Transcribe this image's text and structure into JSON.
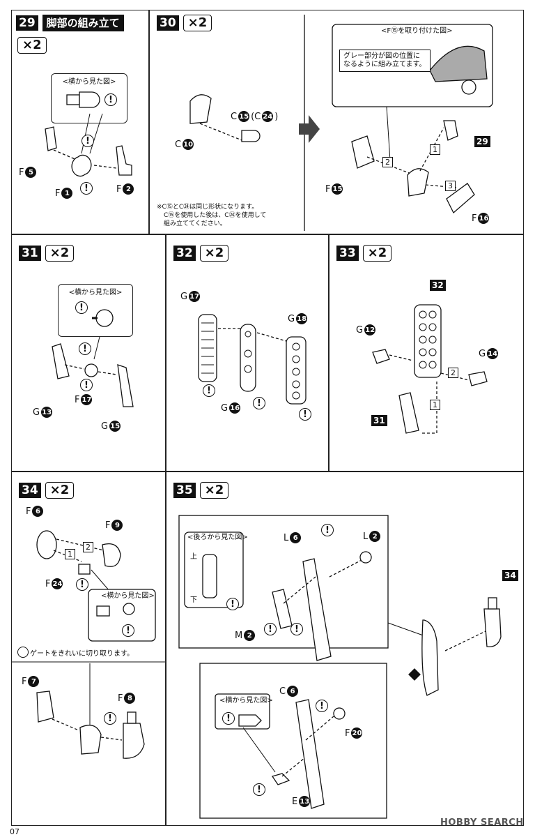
{
  "steps": {
    "s29": {
      "num": "29",
      "title": "脚部の組み立て",
      "mult": "×2",
      "callout": "<横から見た図>",
      "labels": {
        "f5": "F",
        "f5n": "5",
        "f1": "F",
        "f1n": "1",
        "f2": "F",
        "f2n": "2"
      }
    },
    "s30": {
      "num": "30",
      "mult": "×2",
      "callout": "<F⑮を取り付けた図>",
      "callout_text_1": "グレー部分が図の位置に",
      "callout_text_2": "なるように組み立てます。",
      "labels": {
        "c10": "C",
        "c10n": "10",
        "c15": "C",
        "c15n": "15",
        "c24": "(C",
        "c24n": "24",
        "c24close": ")",
        "f15": "F",
        "f15n": "15",
        "f16": "F",
        "f16n": "16",
        "tag29": "29"
      },
      "seq": [
        "1",
        "2",
        "3"
      ],
      "note_1": "※C⑮とC㉔は同じ形状になります。",
      "note_2": "C⑮を使用した後は、C㉔を使用して",
      "note_3": "組み立ててください。"
    },
    "s31": {
      "num": "31",
      "mult": "×2",
      "callout": "<横から見た図>",
      "labels": {
        "g13": "G",
        "g13n": "13",
        "f17": "F",
        "f17n": "17",
        "g15": "G",
        "g15n": "15"
      }
    },
    "s32": {
      "num": "32",
      "mult": "×2",
      "labels": {
        "g17": "G",
        "g17n": "17",
        "g16": "G",
        "g16n": "16",
        "g18": "G",
        "g18n": "18"
      }
    },
    "s33": {
      "num": "33",
      "mult": "×2",
      "labels": {
        "tag32": "32",
        "g12": "G",
        "g12n": "12",
        "g14": "G",
        "g14n": "14",
        "tag31": "31"
      },
      "seq": [
        "1",
        "2"
      ]
    },
    "s34": {
      "num": "34",
      "mult": "×2",
      "callout": "<横から見た図>",
      "labels": {
        "f6": "F",
        "f6n": "6",
        "f9": "F",
        "f9n": "9",
        "f24": "F",
        "f24n": "24",
        "f7": "F",
        "f7n": "7",
        "f8": "F",
        "f8n": "8"
      },
      "seq": [
        "1",
        "2"
      ],
      "gate_note": "ゲートをきれいに切り取ります。"
    },
    "s35": {
      "num": "35",
      "mult": "×2",
      "callout_back": "<後ろから見た図>",
      "up": "上",
      "down": "下",
      "callout_side": "<横から見た図>",
      "labels": {
        "l6": "L",
        "l6n": "6",
        "l2": "L",
        "l2n": "2",
        "m2": "M",
        "m2n": "2",
        "tag34": "34",
        "c6": "C",
        "c6n": "6",
        "f20": "F",
        "f20n": "20",
        "e13": "E",
        "e13n": "13"
      }
    }
  },
  "excl": "!",
  "page_number": "07",
  "watermark": "HOBBY SEARCH"
}
